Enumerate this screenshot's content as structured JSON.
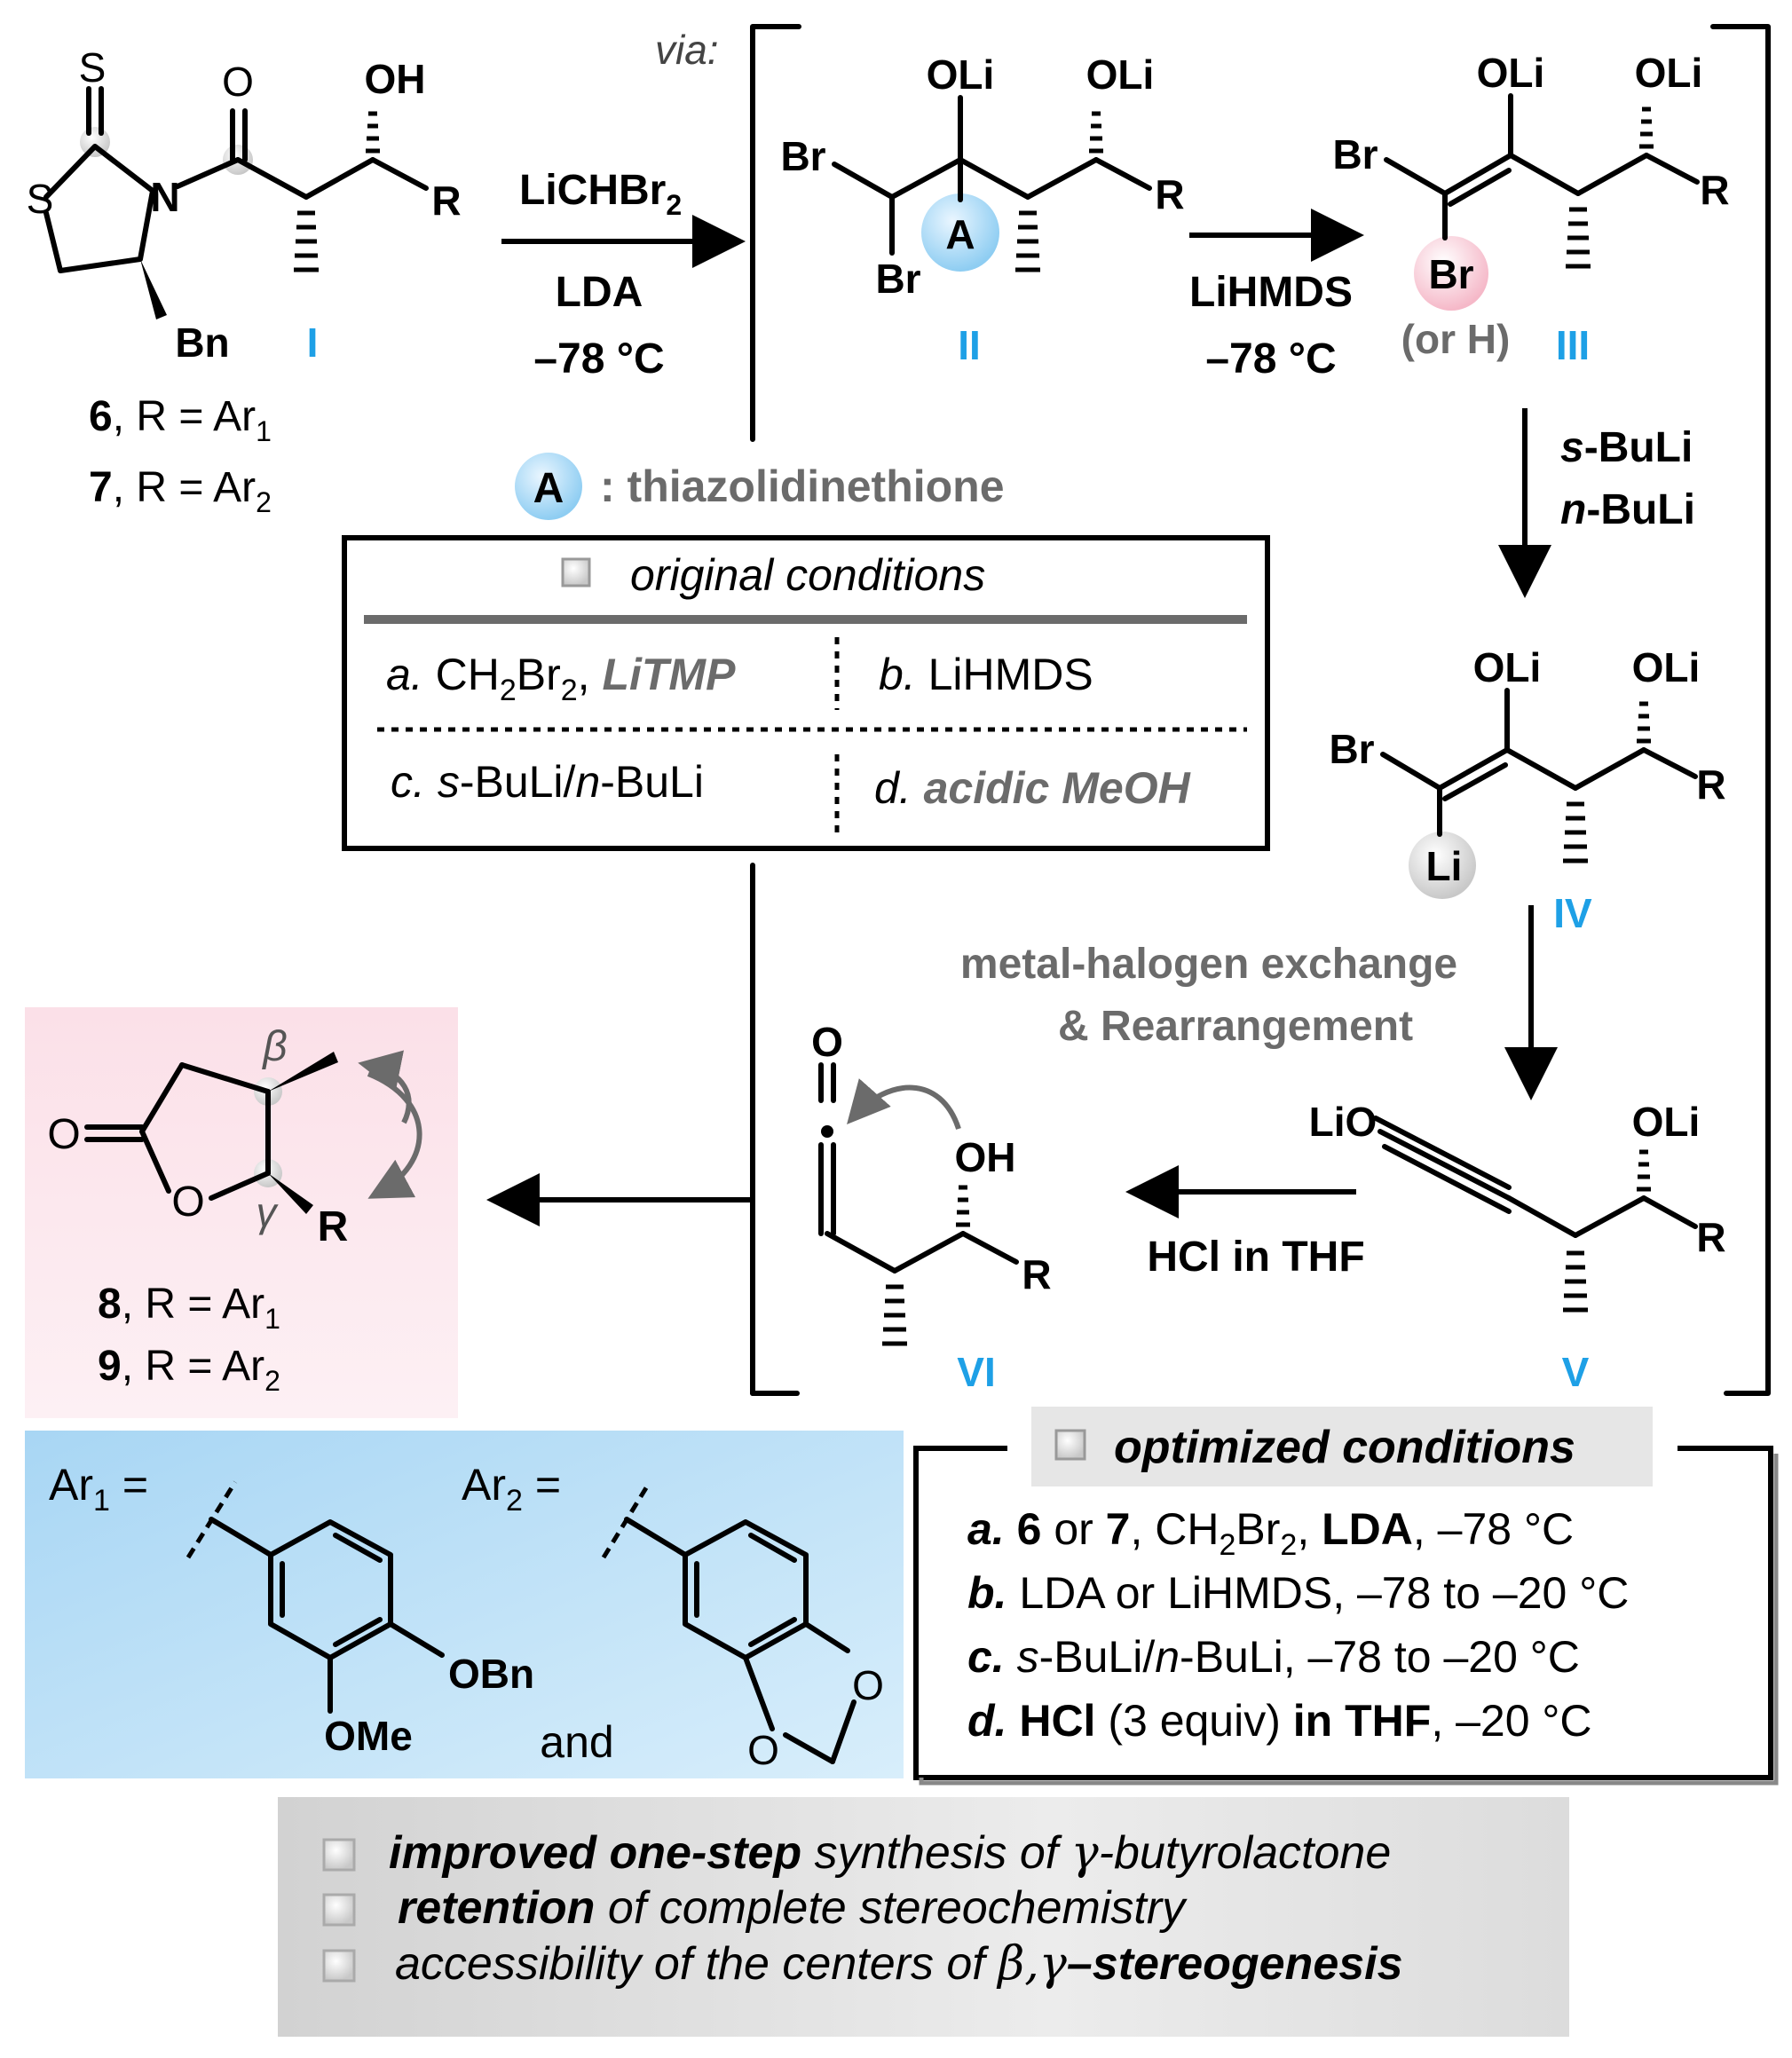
{
  "scheme": {
    "via_label": "via:",
    "start": {
      "label": "I",
      "compounds": [
        {
          "num": "6",
          "r": "R = Ar",
          "sub": "1"
        },
        {
          "num": "7",
          "r": "R = Ar",
          "sub": "2"
        }
      ],
      "atoms": {
        "S_thione": "S",
        "O_carbonyl": "O",
        "OH": "OH",
        "S_ring": "S",
        "N": "N",
        "R": "R",
        "Bn": "Bn"
      }
    },
    "step1": {
      "reagent_main": "LiCHBr",
      "reagent_sub": "2",
      "base": "LDA",
      "temp": "–78 °C"
    },
    "int2": {
      "label": "II",
      "OLi_1": "OLi",
      "OLi_2": "OLi",
      "Br_1": "Br",
      "Br_2": "Br",
      "R": "R",
      "A": "A"
    },
    "step2": {
      "reagent": "LiHMDS",
      "temp": "–78 °C"
    },
    "int3": {
      "label": "III",
      "OLi_1": "OLi",
      "OLi_2": "OLi",
      "Br_1": "Br",
      "Br_2": "Br",
      "or_h": "(or H)",
      "R": "R"
    },
    "step3": {
      "reagent_1_italic": "s",
      "reagent_1": "-BuLi",
      "reagent_2_italic": "n",
      "reagent_2": "-BuLi"
    },
    "int4": {
      "label": "IV",
      "OLi_1": "OLi",
      "OLi_2": "OLi",
      "Br": "Br",
      "Li": "Li",
      "R": "R"
    },
    "step4": {
      "line_1": "metal-halogen exchange",
      "line_2": "& Rearrangement"
    },
    "int5": {
      "label": "V",
      "LiO": "LiO",
      "OLi": "OLi",
      "R": "R"
    },
    "step5": {
      "reagent": "HCl in THF"
    },
    "int6": {
      "label": "VI",
      "O": "O",
      "OH": "OH",
      "R": "R"
    },
    "product": {
      "beta": "β",
      "gamma": "γ",
      "O_exo": "O",
      "O_ring": "O",
      "R": "R",
      "compounds": [
        {
          "num": "8",
          "r": "R = Ar",
          "sub": "1"
        },
        {
          "num": "9",
          "r": "R = Ar",
          "sub": "2"
        }
      ]
    },
    "legend_A": {
      "badge": "A",
      "text": ": thiazolidinethione"
    }
  },
  "original_conditions": {
    "title": "original conditions",
    "a": {
      "letter": "a.",
      "text": " CH",
      "sub1": "2",
      "text2": "Br",
      "sub2": "2",
      "text3": ", ",
      "emph": "LiTMP"
    },
    "b": {
      "letter": "b.",
      "text": " LiHMDS"
    },
    "c": {
      "letter": "c.",
      "text_i1": "s",
      "text1": "-BuLi/",
      "text_i2": "n",
      "text2": "-BuLi"
    },
    "d": {
      "letter": "d.",
      "emph": "acidic MeOH"
    }
  },
  "optimized_conditions": {
    "title": "optimized conditions",
    "a": {
      "letter": "a.",
      "n6": "6",
      "or": " or ",
      "n7": "7",
      "t1": ", CH",
      "s1": "2",
      "t2": "Br",
      "s2": "2",
      "t3": ", ",
      "lda": "LDA",
      "t4": ", –78 °C"
    },
    "b": {
      "letter": "b.",
      "text": " LDA or LiHMDS, –78 to –20 °C"
    },
    "c": {
      "letter": "c.",
      "i1": "s",
      "t1": "-BuLi/",
      "i2": "n",
      "t2": "-BuLi, –78 to –20 °C"
    },
    "d": {
      "letter": "d.",
      "hcl": "HCl",
      "t1": " (3 equiv) ",
      "in_thf": "in THF",
      "t2": ", –20 °C"
    }
  },
  "aryl": {
    "ar1_label": "Ar",
    "ar1_sub": "1",
    "ar2_label": "Ar",
    "ar2_sub": "2",
    "eq": " =",
    "obn": "OBn",
    "ome": "OMe",
    "and": "and",
    "o1": "O",
    "o2": "O"
  },
  "highlights": [
    {
      "b": "improved one-step",
      "t": " synthesis of ",
      "g": "γ",
      "t2": "-butyrolactone"
    },
    {
      "b": "retention",
      "t": " of complete stereochemistry"
    },
    {
      "t": "accessibility of the centers of ",
      "g": "β,γ",
      "b": "–stereogenesis"
    }
  ],
  "colors": {
    "label_blue": "#1ea0e6",
    "gray_text": "#6b6b6b",
    "product_bg": "#fde8ee",
    "aryl_bg": "#bfe1f7",
    "highlight_bg": "#e4e4e4"
  }
}
